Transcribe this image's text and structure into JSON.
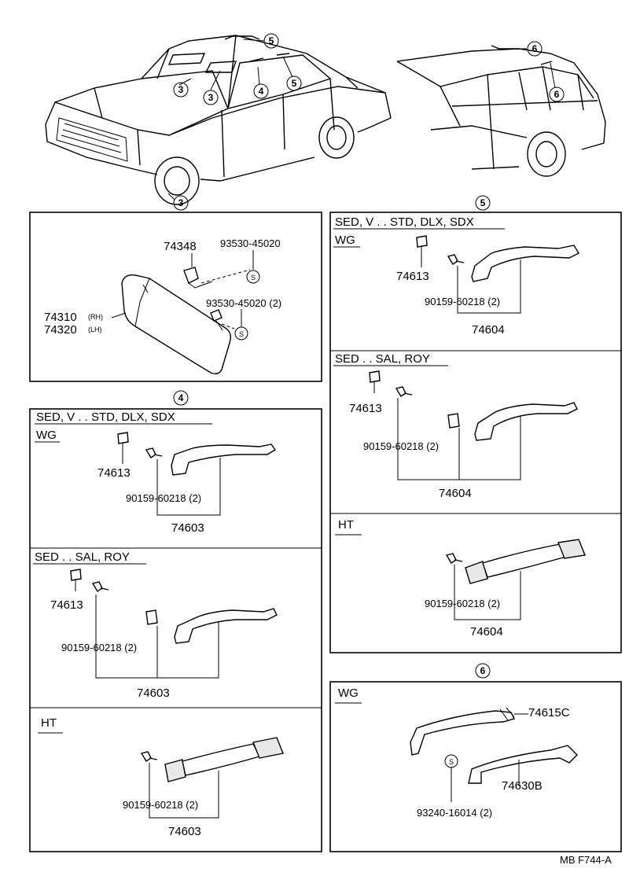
{
  "callouts": {
    "c3": "3",
    "c4": "4",
    "c5": "5",
    "c6": "6"
  },
  "washer_symbol": "S",
  "visor_box": {
    "p74348": "74348",
    "p93530a": "93530-45020",
    "p93530b": "93530-45020 (2)",
    "p74310": "74310",
    "rh": "(RH)",
    "p74320": "74320",
    "lh": "(LH)"
  },
  "section4": {
    "callout": "4",
    "a": {
      "header": "SED, V . . STD, DLX, SDX",
      "subheader": "WG",
      "clip": "74613",
      "screw": "90159-60218 (2)",
      "grip": "74603"
    },
    "b": {
      "header": "SED . . SAL, ROY",
      "clip": "74613",
      "screw": "90159-60218 (2)",
      "grip": "74603"
    },
    "c": {
      "header": "HT",
      "screw": "90159-60218 (2)",
      "grip": "74603"
    }
  },
  "section5": {
    "callout": "5",
    "a": {
      "header": "SED, V . . STD, DLX, SDX",
      "subheader": "WG",
      "clip": "74613",
      "screw": "90159-60218 (2)",
      "grip": "74604"
    },
    "b": {
      "header": "SED . . SAL, ROY",
      "clip": "74613",
      "screw": "90159-60218 (2)",
      "grip": "74604"
    },
    "c": {
      "header": "HT",
      "screw": "90159-60218 (2)",
      "grip": "74604"
    }
  },
  "section6": {
    "callout": "6",
    "header": "WG",
    "p74615c": "74615C",
    "p74630b": "74630B",
    "p93240": "93240-16014 (2)"
  },
  "footer_code": "MB  F744-A"
}
